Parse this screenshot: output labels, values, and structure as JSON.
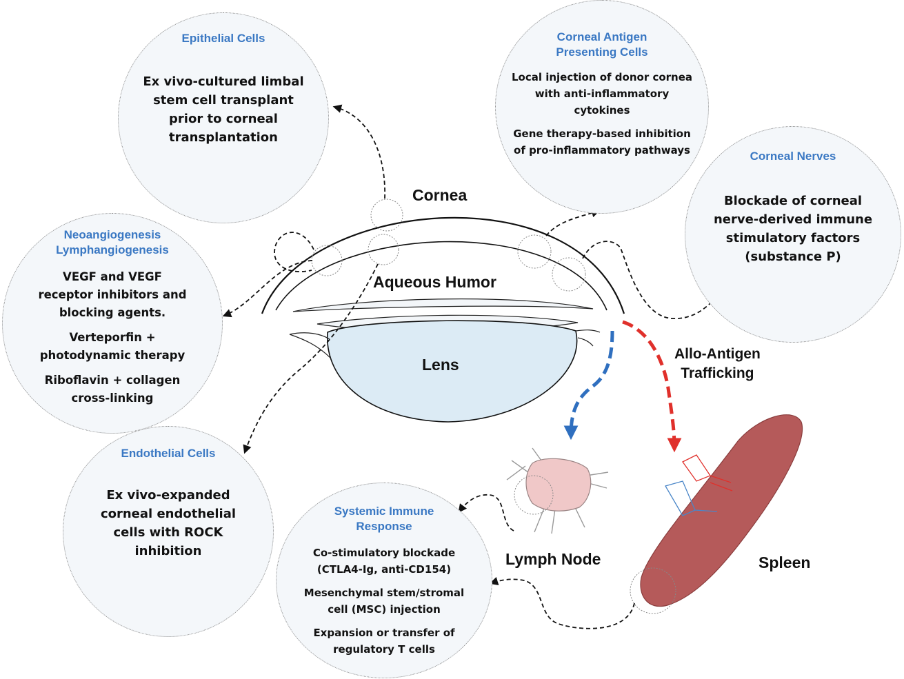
{
  "anatomy": {
    "cornea": "Cornea",
    "aqueous_humor": "Aqueous Humor",
    "lens": "Lens",
    "allo_antigen_line1": "Allo-Antigen",
    "allo_antigen_line2": "Trafficking",
    "lymph_node": "Lymph Node",
    "spleen": "Spleen"
  },
  "circles": {
    "epithelial": {
      "title": "Epithelial Cells",
      "lines": [
        "Ex vivo-cultured limbal",
        "stem cell transplant",
        "prior to corneal",
        "transplantation"
      ]
    },
    "apc": {
      "title_line1": "Corneal Antigen",
      "title_line2": "Presenting Cells",
      "item1": [
        "Local injection of donor cornea",
        "with anti-inflammatory",
        "cytokines"
      ],
      "item2": [
        "Gene therapy-based inhibition",
        "of pro-inflammatory pathways"
      ]
    },
    "nerves": {
      "title": "Corneal Nerves",
      "lines": [
        "Blockade of corneal",
        "nerve-derived immune",
        "stimulatory factors",
        "(substance P)"
      ]
    },
    "neo": {
      "title_line1": "Neoangiogenesis",
      "title_line2": "Lymphangiogenesis",
      "item1": [
        "VEGF and VEGF",
        "receptor inhibitors and",
        "blocking agents."
      ],
      "item2": [
        "Verteporfin +",
        "photodynamic therapy"
      ],
      "item3": [
        "Riboflavin + collagen",
        "cross-linking"
      ]
    },
    "endothelial": {
      "title": "Endothelial Cells",
      "lines": [
        "Ex vivo-expanded",
        "corneal endothelial",
        "cells with ROCK",
        "inhibition"
      ]
    },
    "systemic": {
      "title_line1": "Systemic Immune",
      "title_line2": "Response",
      "item1": [
        "Co-stimulatory blockade",
        "(CTLA4-Ig, anti-CD154)"
      ],
      "item2": [
        "Mesenchymal stem/stromal",
        "cell (MSC) injection"
      ],
      "item3": [
        "Expansion or transfer of",
        "regulatory T cells"
      ]
    }
  },
  "colors": {
    "title_blue": "#3a78c3",
    "lymph_arrow_blue": "#2f6fbf",
    "spleen_arrow_red": "#e0302b",
    "spleen_fill": "#b55a5a",
    "lymph_node_fill": "#f0c8c8",
    "lens_fill": "#dcebf5"
  }
}
